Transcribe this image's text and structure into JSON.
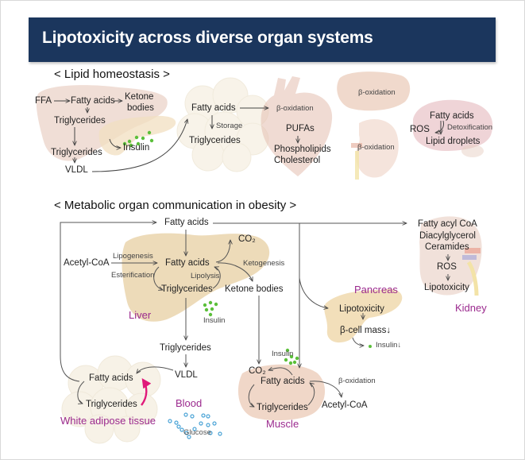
{
  "header": {
    "title": "Lipotoxicity across diverse organ systems",
    "color": "#1b365d"
  },
  "colors": {
    "organ_label": "#9b2a8e",
    "insulin": "#5bbf3a",
    "glucose": "#4aa3d6",
    "arrow_pink": "#e0197a"
  },
  "homeostasis": {
    "title": "< Lipid homeostasis >",
    "liver": {
      "ffa": "FFA",
      "fatty_acids": "Fatty acids",
      "ketone": "Ketone",
      "bodies": "bodies",
      "triglycerides_1": "Triglycerides",
      "triglycerides_2": "Triglycerides",
      "vldl": "VLDL",
      "insulin": "Insulin"
    },
    "adipose": {
      "fatty_acids": "Fatty acids",
      "storage": "Storage",
      "triglycerides": "Triglycerides"
    },
    "heart": {
      "beta_oxidation": "β-oxidation",
      "pufas": "PUFAs",
      "phospholipids": "Phospholipids",
      "cholesterol": "Cholesterol"
    },
    "muscle": {
      "beta_oxidation": "β-oxidation"
    },
    "kidney": {
      "beta_oxidation": "β-oxidation"
    },
    "brain": {
      "fatty_acids": "Fatty acids",
      "ros": "ROS",
      "detoxification": "Detoxification",
      "lipid_droplets": "Lipid droplets"
    }
  },
  "obesity": {
    "title": "< Metabolic organ communication in obesity >",
    "top_fatty_acids": "Fatty acids",
    "liver": {
      "label": "Liver",
      "acetyl_coa": "Acetyl-CoA",
      "lipogenesis": "Lipogenesis",
      "esterification": "Esterification",
      "fatty_acids": "Fatty acids",
      "co2": "CO₂",
      "ketogenesis": "Ketogenesis",
      "lipolysis": "Lipolysis",
      "triglycerides": "Triglycerides",
      "ketone_bodies": "Ketone bodies",
      "insulin": "Insulin"
    },
    "blood": {
      "label": "Blood",
      "triglycerides": "Triglycerides",
      "vldl": "VLDL",
      "glucose": "Glucose"
    },
    "wat": {
      "label": "White adipose tissue",
      "fatty_acids": "Fatty acids",
      "triglycerides": "Triglycerides"
    },
    "muscle": {
      "label": "Muscle",
      "insulin": "Insulin",
      "co2": "CO₂",
      "fatty_acids": "Fatty acids",
      "triglycerides": "Triglycerides",
      "beta_oxidation": "β-oxidation",
      "acetyl_coa": "Acetyl-CoA"
    },
    "pancreas": {
      "label": "Pancreas",
      "lipotoxicity": "Lipotoxicity",
      "beta_cell": "β-cell mass↓",
      "insulin": "Insulin↓"
    },
    "kidney": {
      "label": "Kidney",
      "fatty_acyl_coa": "Fatty acyl CoA",
      "diacylglycerol": "Diacylglycerol",
      "ceramides": "Ceramides",
      "ros": "ROS",
      "lipotoxicity": "Lipotoxicity"
    },
    "down_arrow": "↓"
  }
}
